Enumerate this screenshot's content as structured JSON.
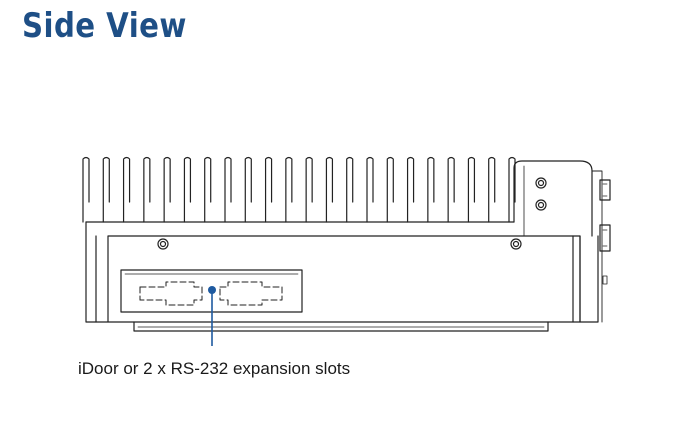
{
  "page": {
    "title": "Side View",
    "title_color": "#1e4f86"
  },
  "diagram": {
    "callout_label": "iDoor or 2 x RS-232 expansion slots",
    "callout_color": "#1e5aa0",
    "line_color": "#222222",
    "heatsink_fin_count": 22,
    "db9_connector_count": 2
  }
}
